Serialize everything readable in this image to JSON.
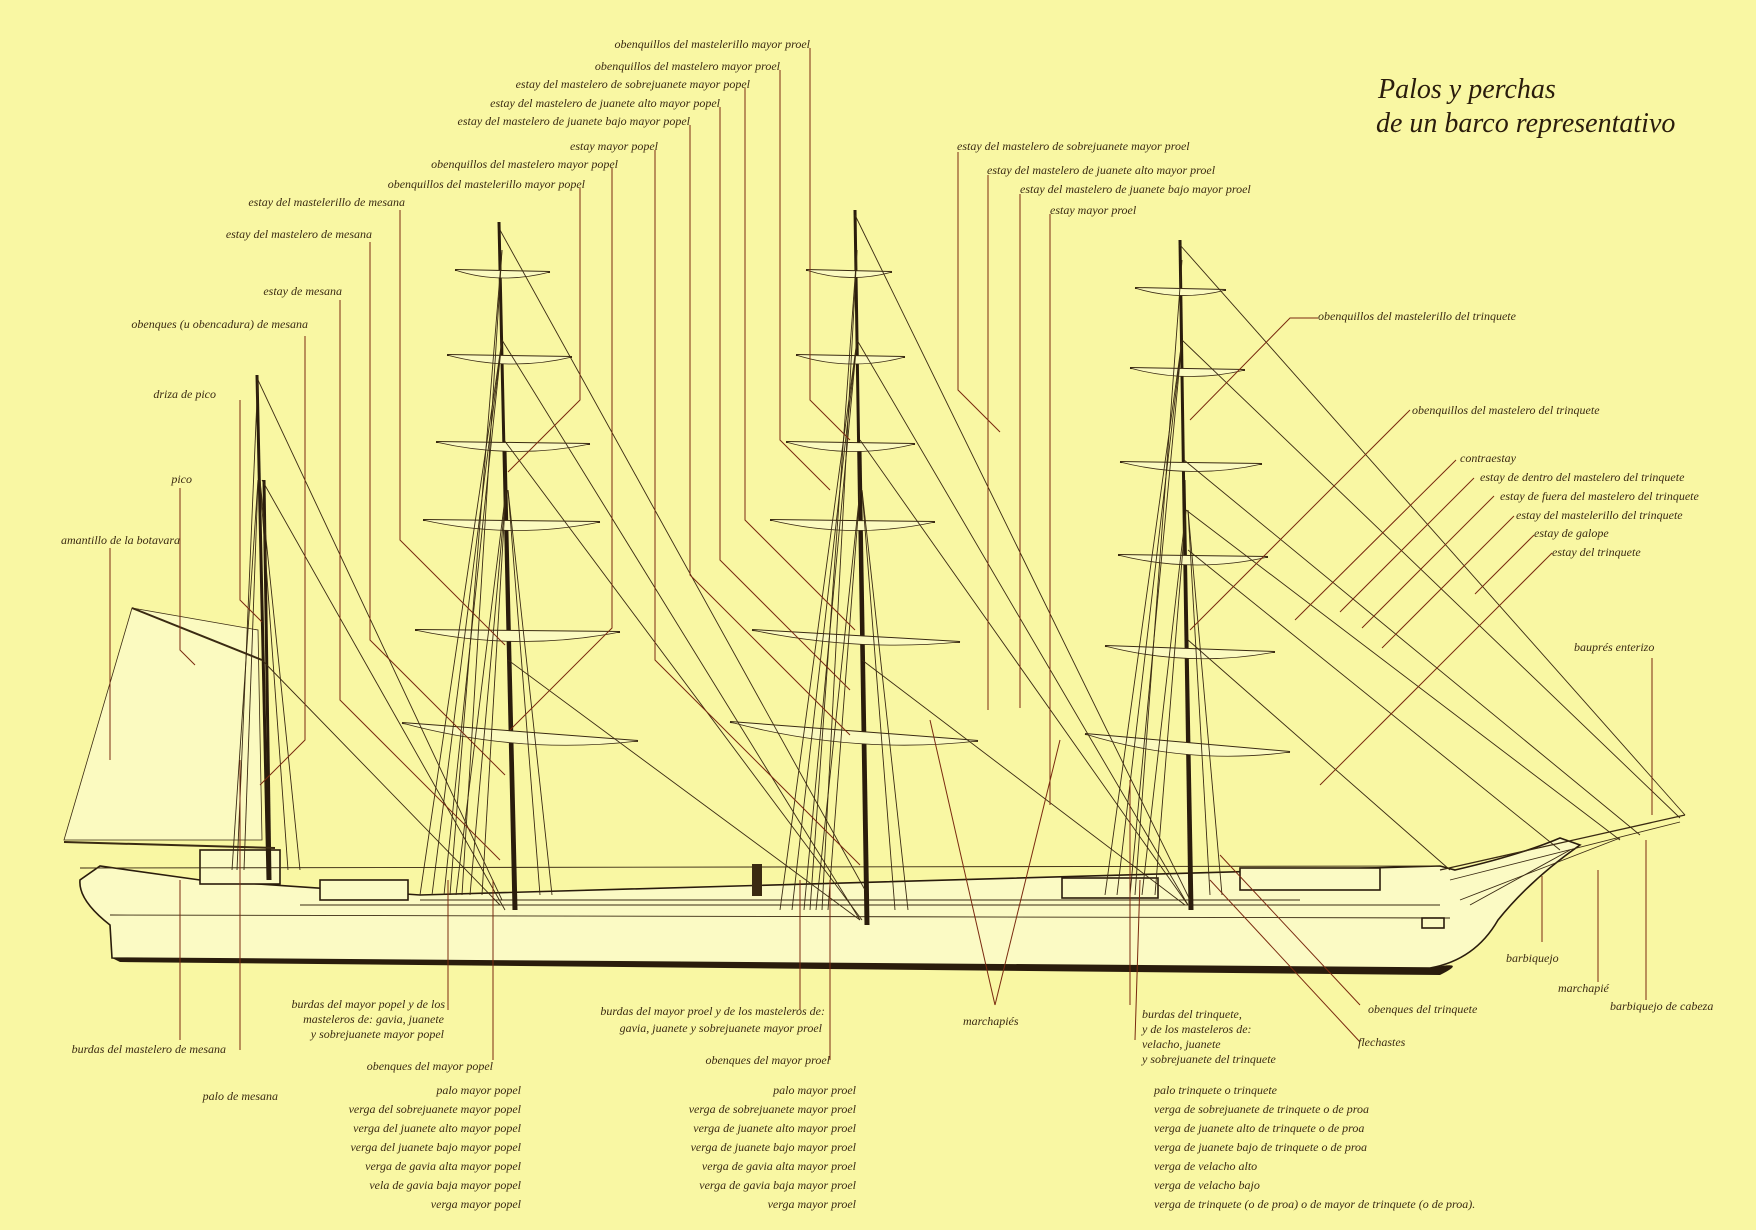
{
  "title": {
    "line1": "Palos y perchas",
    "line2": "de un barco representativo"
  },
  "labels": {
    "obenquillos_masterillo_mayor_proel": "obenquillos del mastelerillo mayor proel",
    "obenquillos_mastelero_mayor_proel": "obenquillos del mastelero mayor proel",
    "estay_sobrejuanete_mayor_popel": "estay del mastelero de sobrejuanete mayor popel",
    "estay_juanete_alto_mayor_popel": "estay del mastelero de juanete alto mayor popel",
    "estay_juanete_bajo_mayor_popel": "estay del mastelero de juanete bajo mayor popel",
    "estay_mayor_popel": "estay mayor popel",
    "obenquillos_mastelero_mayor_popel": "obenquillos del mastelero mayor popel",
    "obenquillos_masterillo_mayor_popel": "obenquillos del mastelerillo mayor popel",
    "estay_masterillo_mesana": "estay del mastelerillo de mesana",
    "estay_mastelero_mesana": "estay del mastelero de mesana",
    "estay_mesana": "estay de mesana",
    "obenques_mesana": "obenques (u obencadura) de mesana",
    "driza_pico": "driza de pico",
    "pico": "pico",
    "amantillo": "amantillo de la botavara",
    "estay_sobrejuanete_mayor_proel": "estay del mastelero de sobrejuanete mayor proel",
    "estay_juanete_alto_mayor_proel": "estay del mastelero de juanete alto mayor proel",
    "estay_juanete_bajo_mayor_proel": "estay del mastelero de juanete bajo mayor proel",
    "estay_mayor_proel": "estay mayor proel",
    "obenquillos_masterillo_trinquete": "obenquillos del mastelerillo del trinquete",
    "obenquillos_mastelero_trinquete": "obenquillos del mastelero del trinquete",
    "contraestay": "contraestay",
    "estay_dentro": "estay de dentro del mastelero del trinquete",
    "estay_fuera": "estay de fuera del mastelero del trinquete",
    "estay_masterillo_trinquete": "estay del mastelerillo del trinquete",
    "estay_galope": "estay de galope",
    "estay_trinquete": "estay del trinquete",
    "baupres": "bauprés enterizo",
    "barbiquejo": "barbiquejo",
    "marchapie": "marchapié",
    "barbiquejo_cabeza": "barbiquejo de cabeza",
    "obenques_trinquete": "obenques del trinquete",
    "flechastes": "flechastes",
    "marchapies": "marchapiés",
    "burdas_masterlero_mesana": "burdas del mastelero de mesana",
    "palo_mesana": "palo de mesana",
    "burdas_mayor_popel_1": "burdas del mayor popel y de los",
    "burdas_mayor_popel_2": "masteleros de: gavia, juanete",
    "burdas_mayor_popel_3": "y sobrejuanete mayor popel",
    "obenques_mayor_popel": "obenques del mayor popel",
    "burdas_mayor_proel_1": "burdas del mayor proel y de los masteleros de:",
    "burdas_mayor_proel_2": "gavia, juanete y sobrejuanete mayor proel",
    "obenques_mayor_proel": "obenques del mayor proel",
    "burdas_trinquete_1": "burdas del trinquete,",
    "burdas_trinquete_2": "y de los masteleros de:",
    "burdas_trinquete_3": "velacho, juanete",
    "burdas_trinquete_4": "y sobrejuanete del trinquete"
  },
  "popel_list": [
    "palo mayor popel",
    "verga del sobrejuanete mayor popel",
    "verga del juanete alto mayor popel",
    "verga del juanete bajo mayor popel",
    "verga de gavia alta mayor popel",
    "vela de gavia baja mayor popel",
    "verga mayor popel"
  ],
  "proel_list": [
    "palo mayor proel",
    "verga de sobrejuanete mayor proel",
    "verga de juanete alto mayor proel",
    "verga de juanete bajo mayor proel",
    "verga de gavia alta mayor proel",
    "verga de gavia baja mayor proel",
    "verga mayor proel"
  ],
  "trinquete_list": [
    "palo trinquete o trinquete",
    "verga de sobrejuanete de trinquete o de proa",
    "verga de juanete alto de trinquete o de proa",
    "verga de juanete bajo de trinquete o de proa",
    "verga de velacho alto",
    "verga de velacho bajo",
    "verga de trinquete (o de proa) o de mayor de trinquete (o de proa)."
  ]
}
